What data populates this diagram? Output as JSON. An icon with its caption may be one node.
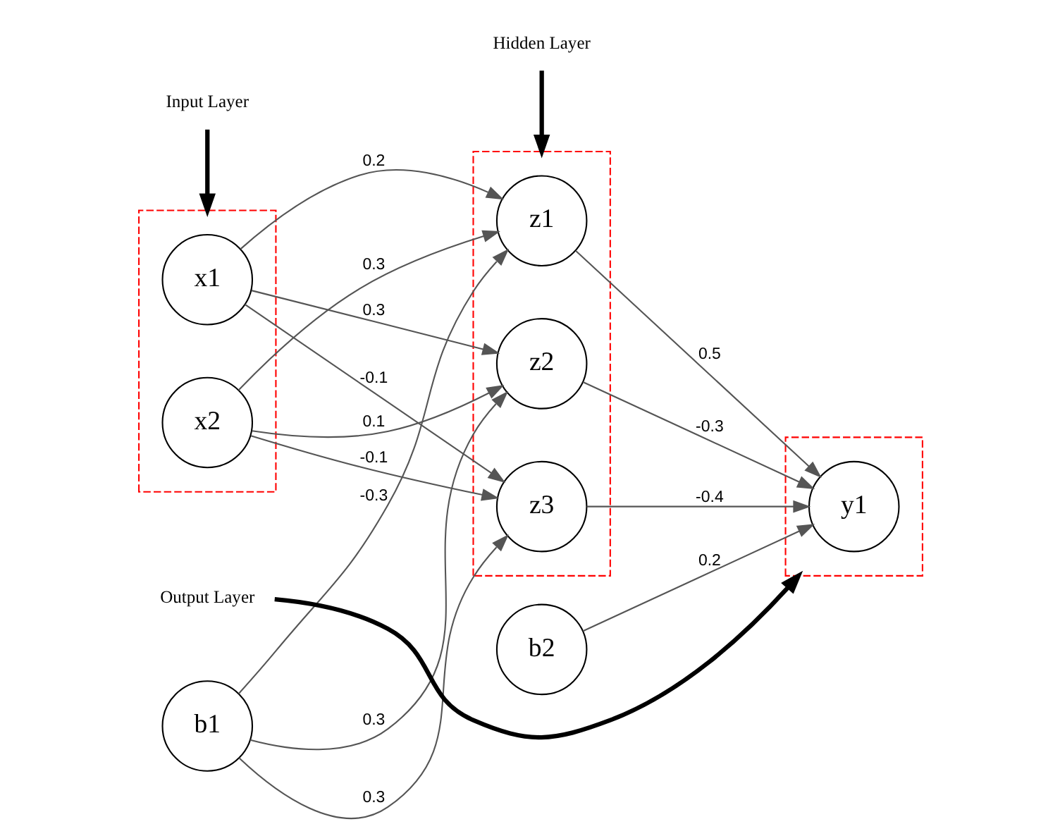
{
  "diagram": {
    "nodes": [
      {
        "text": [],
        "shape": "box"
      },
      {
        "text": [
          "x1"
        ],
        "in": 0
      },
      {
        "text": [
          "x2"
        ],
        "in": 0
      },
      {
        "text": [],
        "shape": "box"
      },
      {
        "text": [
          "z1"
        ],
        "in": 3
      },
      {
        "text": [
          "z2"
        ],
        "in": 3
      },
      {
        "text": [
          "z3"
        ],
        "in": 3
      },
      {
        "text": [],
        "shape": "box"
      },
      {
        "text": [
          "y1"
        ],
        "in": 7
      },
      {
        "text": [
          "b1"
        ]
      },
      {
        "text": [
          "b2"
        ]
      },
      {
        "text": [
          "Input Layer"
        ]
      },
      {
        "text": [
          "Hidden Layer"
        ]
      },
      {
        "text": [
          "Output Layer"
        ]
      }
    ],
    "edges": [
      {
        "from": 1,
        "to": 4,
        "arrow": "to",
        "label": "0.2"
      },
      {
        "from": 1,
        "to": 5,
        "arrow": "to",
        "label": "0.3"
      },
      {
        "from": 1,
        "to": 6,
        "arrow": "to",
        "label": "-0.1"
      },
      {
        "from": 2,
        "to": 4,
        "arrow": "to",
        "label": "0.3"
      },
      {
        "from": 2,
        "to": 5,
        "arrow": "to",
        "label": "0.1"
      },
      {
        "from": 2,
        "to": 6,
        "arrow": "to",
        "label": "-0.1"
      },
      {
        "from": 9,
        "to": 4,
        "arrow": "to",
        "label": "-0.3"
      },
      {
        "from": 9,
        "to": 5,
        "arrow": "to",
        "label": "0.3"
      },
      {
        "from": 9,
        "to": 6,
        "arrow": "to",
        "label": "0.3"
      },
      {
        "from": 4,
        "to": 8,
        "arrow": "to",
        "label": "0.5"
      },
      {
        "from": 5,
        "to": 8,
        "arrow": "to",
        "label": "-0.3"
      },
      {
        "from": 6,
        "to": 8,
        "arrow": "to",
        "label": "-0.4"
      },
      {
        "from": 10,
        "to": 8,
        "arrow": "to",
        "label": "0.2"
      },
      {
        "from": 11,
        "to": 0,
        "arrow": "to",
        "style": "thick",
        "color": "#000000"
      },
      {
        "from": 12,
        "to": 3,
        "arrow": "to",
        "style": "thick",
        "color": "#000000"
      },
      {
        "from": 13,
        "to": 7,
        "arrow": "to",
        "style": "thick",
        "color": "#000000"
      }
    ]
  }
}
